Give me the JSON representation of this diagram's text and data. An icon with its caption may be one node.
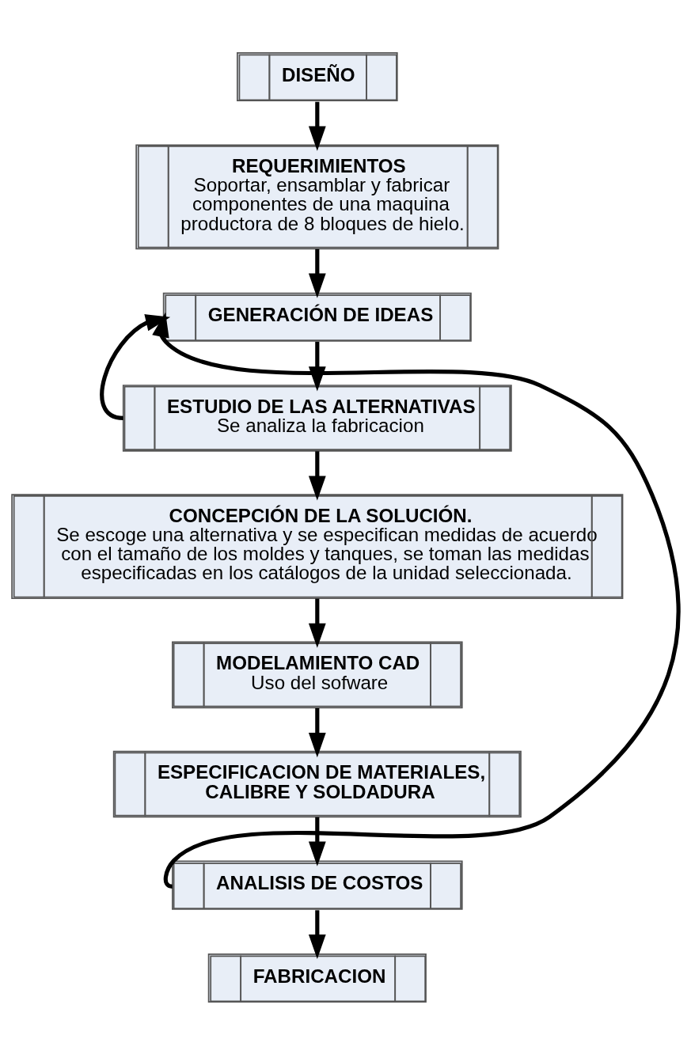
{
  "diagram": {
    "nodes": [
      {
        "text": [
          "DISEÑO"
        ]
      },
      {
        "text": [
          "REQUERIMIENTOS",
          "Soportar, ensamblar y fabricar componentes de una maquina productora de 8 bloques de hielo."
        ]
      },
      {
        "text": [
          "GENERACIÓN DE IDEAS"
        ]
      },
      {
        "text": [
          "ESTUDIO DE LAS ALTERNATIVAS",
          "Se analiza la fabricacion"
        ]
      },
      {
        "text": [
          "CONCEPCIÓN DE LA SOLUCIÓN.",
          "Se escoge una alternativa y se especifican medidas de acuerdo con el tamaño de los moldes y tanques, se toman las medidas especificadas en los catálogos de la unidad seleccionada."
        ]
      },
      {
        "text": [
          "MODELAMIENTO CAD",
          "Uso del sofware"
        ]
      },
      {
        "text": [
          "ESPECIFICACION DE MATERIALES, CALIBRE Y SOLDADURA"
        ]
      },
      {
        "text": [
          "ANALISIS DE COSTOS"
        ]
      },
      {
        "text": [
          "FABRICACION"
        ]
      }
    ],
    "edges": [
      {
        "from": 0,
        "to": 1,
        "arrow": "to"
      },
      {
        "from": 1,
        "to": 2,
        "arrow": "to"
      },
      {
        "from": 2,
        "to": 3,
        "arrow": "to"
      },
      {
        "from": 3,
        "to": 4,
        "arrow": "to"
      },
      {
        "from": 4,
        "to": 5,
        "arrow": "to"
      },
      {
        "from": 5,
        "to": 6,
        "arrow": "to"
      },
      {
        "from": 6,
        "to": 7,
        "arrow": "to"
      },
      {
        "from": 7,
        "to": 8,
        "arrow": "to"
      },
      {
        "from": 3,
        "to": 2,
        "arrow": "to"
      },
      {
        "from": 7,
        "to": 2,
        "arrow": "to"
      }
    ]
  }
}
